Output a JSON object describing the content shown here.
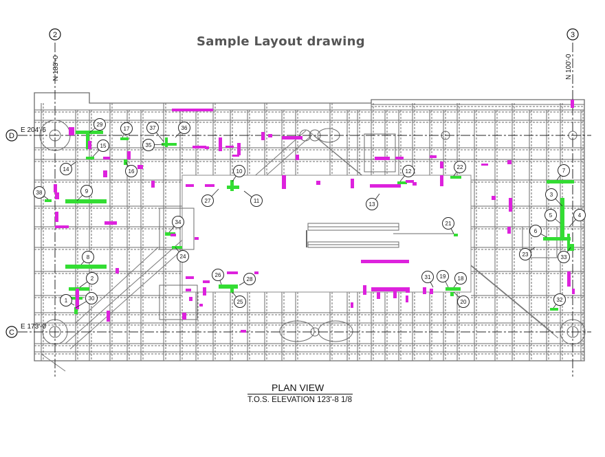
{
  "title": "Sample Layout drawing",
  "plan": {
    "title": "PLAN VIEW",
    "subtitle": "T.O.S. ELEVATION 123'-8 1/8"
  },
  "gridlines": {
    "vertical": [
      {
        "id": "2",
        "coord": "N 183'-0"
      },
      {
        "id": "3",
        "coord": "N 100'-0"
      }
    ],
    "horizontal": [
      {
        "id": "D",
        "coord": "E 204'-6"
      },
      {
        "id": "C",
        "coord": "E 173'-0"
      }
    ]
  },
  "callouts": [
    "1",
    "2",
    "3",
    "4",
    "5",
    "6",
    "7",
    "8",
    "9",
    "10",
    "11",
    "12",
    "13",
    "14",
    "15",
    "16",
    "17",
    "18",
    "19",
    "20",
    "21",
    "22",
    "23",
    "24",
    "25",
    "26",
    "27",
    "28",
    "29",
    "30",
    "31",
    "32",
    "33",
    "34",
    "35",
    "36",
    "37",
    "38"
  ],
  "colors": {
    "linework": "#666666",
    "highlight_green": "#33dd33",
    "highlight_magenta": "#dd22dd",
    "title": "#555555"
  }
}
